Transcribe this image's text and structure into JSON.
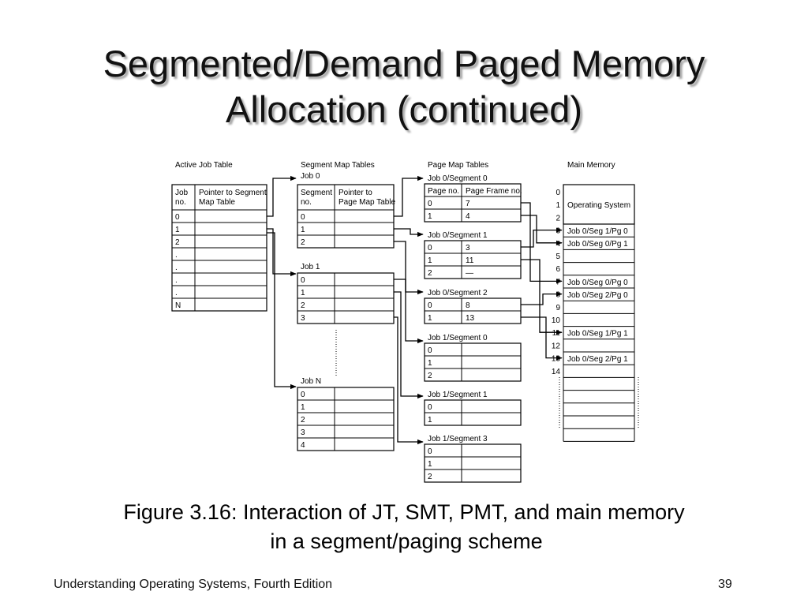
{
  "slide": {
    "title_line1": "Segmented/Demand Paged Memory",
    "title_line2": "Allocation (continued)",
    "caption_line1": "Figure 3.16: Interaction of JT, SMT, PMT, and main memory",
    "caption_line2": "in a segment/paging scheme",
    "footer_left": "Understanding Operating Systems, Fourth Edition",
    "page_number": "39"
  },
  "diagram": {
    "job_table": {
      "heading": "Active Job Table",
      "col1_header": [
        "Job",
        "no."
      ],
      "col2_header": [
        "Pointer to Segment",
        "Map Table"
      ],
      "rows": [
        "0",
        "1",
        "2",
        ".",
        ".",
        ".",
        ".",
        "N"
      ]
    },
    "segment_map_tables": {
      "heading": "Segment Map Tables",
      "col1_header": [
        "Segment",
        "no."
      ],
      "col2_header": [
        "Pointer to",
        "Page Map Table"
      ],
      "tables": [
        {
          "label": "Job 0",
          "rows": [
            "0",
            "1",
            "2"
          ]
        },
        {
          "label": "Job 1",
          "rows": [
            "0",
            "1",
            "2",
            "3"
          ]
        },
        {
          "label": "Job N",
          "rows": [
            "0",
            "1",
            "2",
            "3",
            "4"
          ]
        }
      ]
    },
    "page_map_tables": {
      "heading": "Page Map Tables",
      "col1_header": "Page no.",
      "col2_header": "Page Frame no.",
      "tables": [
        {
          "label": "Job 0/Segment 0",
          "rows": [
            [
              "0",
              "7"
            ],
            [
              "1",
              "4"
            ]
          ]
        },
        {
          "label": "Job 0/Segment 1",
          "rows": [
            [
              "0",
              "3"
            ],
            [
              "1",
              "11"
            ],
            [
              "2",
              "—"
            ]
          ]
        },
        {
          "label": "Job 0/Segment 2",
          "rows": [
            [
              "0",
              "8"
            ],
            [
              "1",
              "13"
            ]
          ]
        },
        {
          "label": "Job 1/Segment 0",
          "rows": [
            [
              "0",
              ""
            ],
            [
              "1",
              ""
            ],
            [
              "2",
              ""
            ]
          ]
        },
        {
          "label": "Job 1/Segment 1",
          "rows": [
            [
              "0",
              ""
            ],
            [
              "1",
              ""
            ]
          ]
        },
        {
          "label": "Job 1/Segment 3",
          "rows": [
            [
              "0",
              ""
            ],
            [
              "1",
              ""
            ],
            [
              "2",
              ""
            ]
          ]
        }
      ]
    },
    "main_memory": {
      "heading": "Main Memory",
      "frames": [
        {
          "no": "0",
          "content": "Operating System"
        },
        {
          "no": "1",
          "content": ""
        },
        {
          "no": "2",
          "content": ""
        },
        {
          "no": "3",
          "content": "Job 0/Seg 1/Pg 0"
        },
        {
          "no": "4",
          "content": "Job 0/Seg 0/Pg 1"
        },
        {
          "no": "5",
          "content": ""
        },
        {
          "no": "6",
          "content": ""
        },
        {
          "no": "7",
          "content": "Job 0/Seg 0/Pg 0"
        },
        {
          "no": "8",
          "content": "Job 0/Seg 2/Pg 0"
        },
        {
          "no": "9",
          "content": ""
        },
        {
          "no": "10",
          "content": ""
        },
        {
          "no": "11",
          "content": "Job 0/Seg 1/Pg 1"
        },
        {
          "no": "12",
          "content": ""
        },
        {
          "no": "13",
          "content": "Job 0/Seg 2/Pg 1"
        },
        {
          "no": "14",
          "content": ""
        }
      ]
    }
  }
}
